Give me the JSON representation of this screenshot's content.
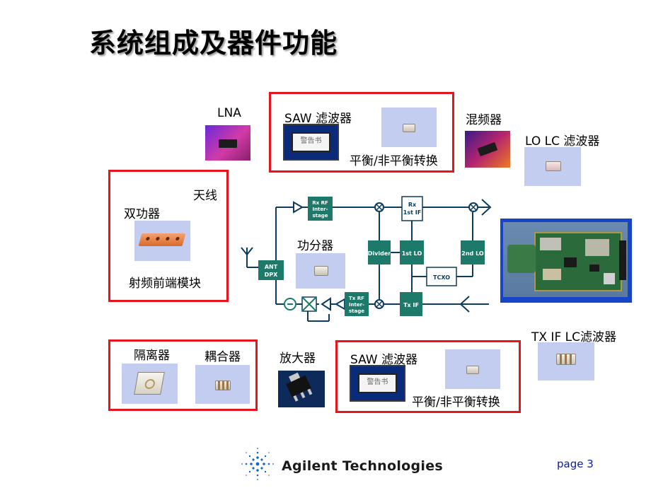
{
  "title": "系统组成及器件功能",
  "labels": {
    "lna": "LNA",
    "saw_top": "SAW 滤波器",
    "balun_top": "平衡/非平衡转换",
    "mixer": "混频器",
    "lo_lc": "LO LC 滤波器",
    "antenna": "天线",
    "duplexer": "双功器",
    "rf_frontend": "射频前端模块",
    "splitter": "功分器",
    "tx_if_lc": "TX IF LC滤波器",
    "isolator": "隔离器",
    "coupler": "耦合器",
    "amplifier": "放大器",
    "saw_bottom": "SAW 滤波器",
    "balun_bottom": "平衡/非平衡转换"
  },
  "part_markings": {
    "saw_top": "警告书",
    "saw_bottom": "警告书"
  },
  "diagram": {
    "rx_rf": [
      "Rx RF",
      "Inter-",
      "stage"
    ],
    "rx_1st_if": [
      "Rx",
      "1st IF"
    ],
    "ant_dpx": [
      "ANT",
      "DPX"
    ],
    "divider": "Divider",
    "first_lo": "1st LO",
    "second_lo": "2nd LO",
    "tcxo": "TCXO",
    "tx_rf": [
      "Tx RF",
      "Inter-",
      "stage"
    ],
    "tx_if": "Tx IF"
  },
  "footer": {
    "company": "Agilent Technologies",
    "page": "page 3"
  },
  "colors": {
    "highlight_border": "#e8141c",
    "block_fill": "#1d7a6a",
    "photo_bg": "#c3cdf0",
    "page_text": "#0a1aa0"
  },
  "icons": [
    "spark-logo-icon",
    "antenna-icon"
  ]
}
